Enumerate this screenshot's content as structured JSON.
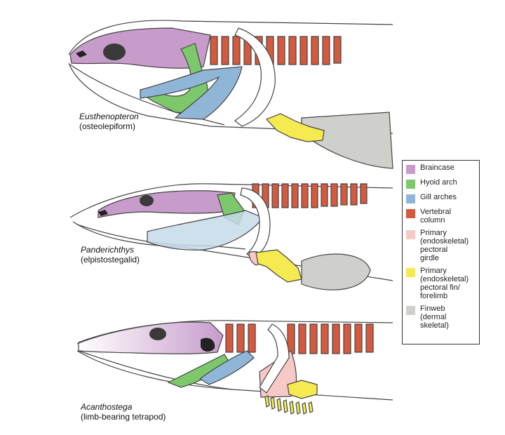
{
  "specimens": [
    {
      "species": "Eusthenopteron",
      "group": "(osteolepiform)"
    },
    {
      "species": "Panderichthys",
      "group": "(elpistostegalid)"
    },
    {
      "species": "Acanthostega",
      "group": "(limb-bearing tetrapod)"
    }
  ],
  "legend": [
    {
      "label": "Braincase",
      "color": "#c79ccb"
    },
    {
      "label": "Hyoid arch",
      "color": "#7ec86c"
    },
    {
      "label": "Gill arches",
      "color": "#8fb6d7"
    },
    {
      "label": "Vertebral\ncolumn",
      "color": "#d35a3f"
    },
    {
      "label": "Primary\n(endoskeletal)\npectoral\ngirdle",
      "color": "#f6c9c7"
    },
    {
      "label": "Primary\n(endoskeletal)\npectoral fin/\nforelimb",
      "color": "#f5ea4f"
    },
    {
      "label": "Finweb\n(dermal\nskeletal)",
      "color": "#cfcfcb"
    }
  ]
}
